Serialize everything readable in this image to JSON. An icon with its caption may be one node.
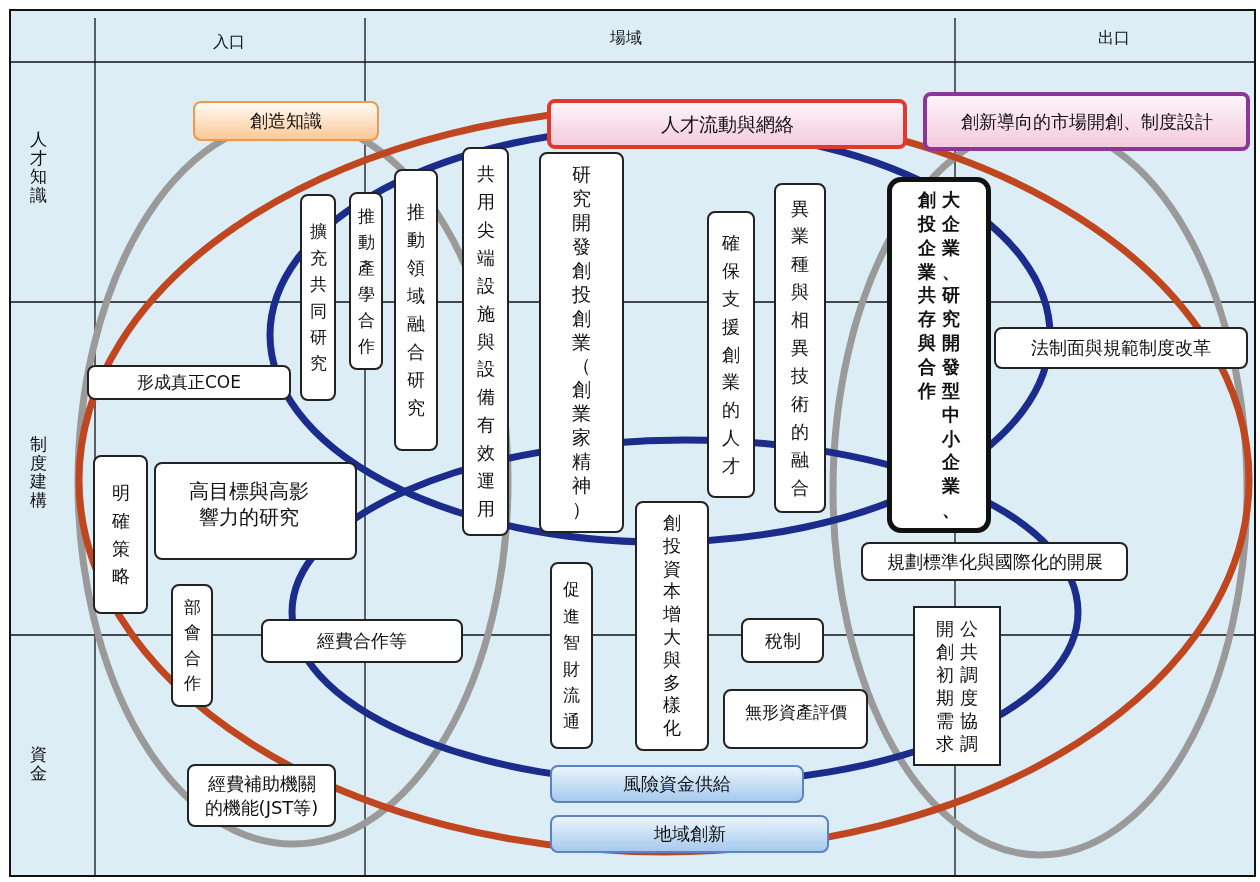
{
  "diagram": {
    "nodes": [
      {
        "text": [
          "創造知識"
        ]
      },
      {
        "text": [
          "人才流動與網絡"
        ]
      },
      {
        "text": [
          "創新導向的市場開創、制度設計"
        ]
      },
      {
        "text": [
          "擴充共同研究"
        ]
      },
      {
        "text": [
          "推動產學合作"
        ]
      },
      {
        "text": [
          "推動領域融合研究"
        ]
      },
      {
        "text": [
          "共用尖端設施與設備有效運用"
        ]
      },
      {
        "text": [
          "研究開發創投創業（創業家精神）"
        ]
      },
      {
        "text": [
          "確保支援創業的人才"
        ]
      },
      {
        "text": [
          "異業種與相異技術的融合"
        ]
      },
      {
        "text": [
          "大企業、研究開發型中小企業、創投企業共存與合作"
        ]
      },
      {
        "text": [
          "法制面與規範制度改革"
        ]
      },
      {
        "text": [
          "形成真正COE"
        ]
      },
      {
        "text": [
          "明確策略"
        ]
      },
      {
        "text": [
          "高目標與高影響力的研究"
        ]
      },
      {
        "text": [
          "規劃標準化與國際化的開展"
        ]
      },
      {
        "text": [
          "創投資本增大與多樣化"
        ]
      },
      {
        "text": [
          "促進智財流通"
        ]
      },
      {
        "text": [
          "部會合作"
        ]
      },
      {
        "text": [
          "經費合作等"
        ]
      },
      {
        "text": [
          "稅制"
        ]
      },
      {
        "text": [
          "公共調度協調開創初期需求"
        ]
      },
      {
        "text": [
          "無形資產評價"
        ]
      },
      {
        "text": [
          "風險資金供給"
        ]
      },
      {
        "text": [
          "經費補助機關的機能(JST等)"
        ]
      },
      {
        "text": [
          "地域創新"
        ]
      }
    ],
    "labels": [
      "入口",
      "場域",
      "出口",
      "人才知識",
      "制度建構",
      "資金"
    ]
  }
}
